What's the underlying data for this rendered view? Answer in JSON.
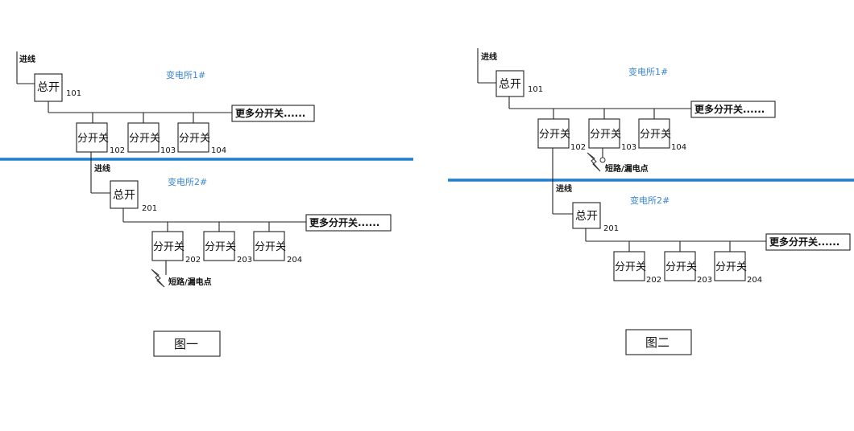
{
  "diagrams": [
    {
      "caption": "图一",
      "station1": "变电所1#",
      "station2": "变电所2#",
      "incoming_label_1": "进线",
      "incoming_label_2": "进线",
      "main_switch_1": {
        "label": "总开",
        "number": "101"
      },
      "branches_1": [
        {
          "label": "分开关",
          "number": "102"
        },
        {
          "label": "分开关",
          "number": "103"
        },
        {
          "label": "分开关",
          "number": "104"
        }
      ],
      "more_1": "更多分开关......",
      "main_switch_2": {
        "label": "总开",
        "number": "201"
      },
      "branches_2": [
        {
          "label": "分开关",
          "number": "202"
        },
        {
          "label": "分开关",
          "number": "203"
        },
        {
          "label": "分开关",
          "number": "204"
        }
      ],
      "more_2": "更多分开关......",
      "fault_label": "短路/漏电点"
    },
    {
      "caption": "图二",
      "station1": "变电所1#",
      "station2": "变电所2#",
      "incoming_label_1": "进线",
      "incoming_label_2": "进线",
      "main_switch_1": {
        "label": "总开",
        "number": "101"
      },
      "branches_1": [
        {
          "label": "分开关",
          "number": "102"
        },
        {
          "label": "分开关",
          "number": "103"
        },
        {
          "label": "分开关",
          "number": "104"
        }
      ],
      "more_1": "更多分开关......",
      "main_switch_2": {
        "label": "总开",
        "number": "201"
      },
      "branches_2": [
        {
          "label": "分开关",
          "number": "202"
        },
        {
          "label": "分开关",
          "number": "203"
        },
        {
          "label": "分开关",
          "number": "204"
        }
      ],
      "more_2": "更多分开关......",
      "fault_label": "短路/漏电点"
    }
  ]
}
